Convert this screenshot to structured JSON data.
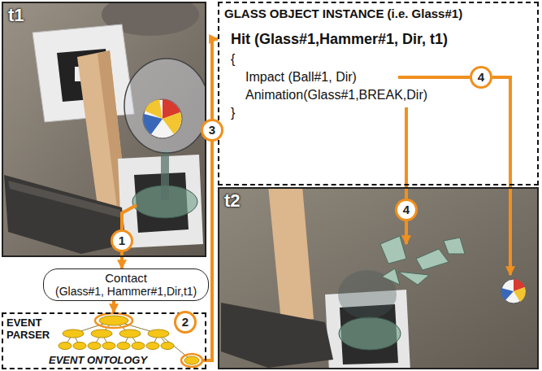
{
  "diagram": {
    "nodes": [
      {
        "text": [
          "t1"
        ]
      },
      {
        "text": [
          "Contact",
          "(Glass#1, Hammer#1,Dir,t1)"
        ]
      },
      {
        "text": [
          "EVENT PARSER",
          "EVENT ONTOLOGY"
        ]
      },
      {
        "text": [
          "GLASS OBJECT INSTANCE (i.e. Glass#1)",
          "Hit (Glass#1,Hammer#1, Dir, t1)",
          "{",
          "Impact (Ball#1, Dir)",
          "Animation(Glass#1,BREAK,Dir)",
          "}"
        ]
      },
      {
        "text": [
          "t2"
        ]
      }
    ],
    "edges": [
      {
        "from": 0,
        "to": 1,
        "arrow": "to"
      },
      {
        "from": 1,
        "to": 2,
        "arrow": "to"
      },
      {
        "from": 2,
        "to": 3,
        "arrow": "to"
      }
    ],
    "labels": [
      "1",
      "2",
      "3",
      "4",
      "4"
    ]
  }
}
